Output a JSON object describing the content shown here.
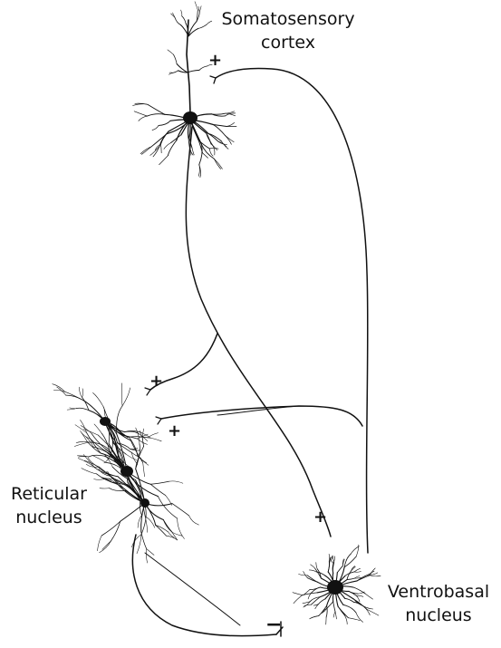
{
  "labels": {
    "cortex_line1": "Somatosensory",
    "cortex_line2": "cortex",
    "reticular_line1": "Reticular",
    "reticular_line2": "nucleus",
    "ventrobasal_line1": "Ventrobasal",
    "ventrobasal_line2": "nucleus"
  },
  "synapse_signs": {
    "cortex_input": "+",
    "reticular_input_upper": "+",
    "reticular_input_lower": "+",
    "ventrobasal_input": "+",
    "reticular_to_ventrobasal": "−"
  },
  "colors": {
    "ink": "#111111",
    "background": "#ffffff"
  }
}
